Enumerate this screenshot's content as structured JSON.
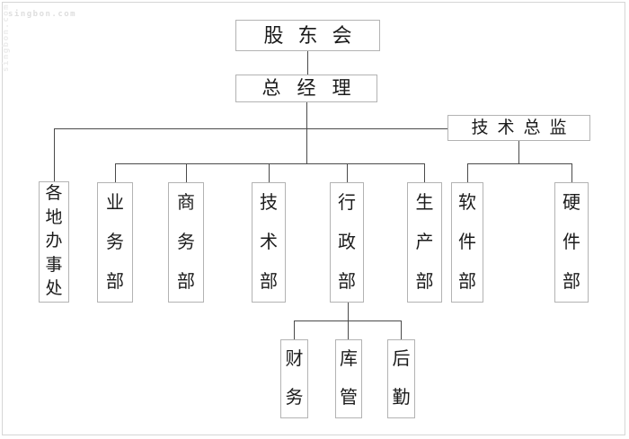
{
  "watermark": {
    "text": "singbon.com"
  },
  "colors": {
    "connector_line": "#4a4a4a",
    "box_border": "#b3b3b3",
    "text": "#1b1b1b",
    "watermark": "#dedede",
    "frame_border": "#d6d6d6"
  },
  "nodes": {
    "shareholders": {
      "label": "股东会"
    },
    "general_manager": {
      "label": "总经理"
    },
    "tech_director": {
      "label": "技术总监"
    },
    "offices": {
      "label": "各地办事处"
    },
    "business_dept": {
      "label": "业务部"
    },
    "commerce_dept": {
      "label": "商务部"
    },
    "technology_dept": {
      "label": "技术部"
    },
    "admin_dept": {
      "label": "行政部"
    },
    "production_dept": {
      "label": "生产部"
    },
    "software_dept": {
      "label": "软件部"
    },
    "hardware_dept": {
      "label": "硬件部"
    },
    "finance": {
      "label": "财务"
    },
    "warehouse": {
      "label": "库管"
    },
    "logistics": {
      "label": "后勤"
    }
  },
  "hierarchy": {
    "root": "股东会",
    "edges": [
      [
        "股东会",
        "总经理"
      ],
      [
        "总经理",
        "各地办事处"
      ],
      [
        "总经理",
        "业务部"
      ],
      [
        "总经理",
        "商务部"
      ],
      [
        "总经理",
        "技术部"
      ],
      [
        "总经理",
        "行政部"
      ],
      [
        "总经理",
        "生产部"
      ],
      [
        "总经理",
        "技术总监"
      ],
      [
        "技术总监",
        "软件部"
      ],
      [
        "技术总监",
        "硬件部"
      ],
      [
        "行政部",
        "财务"
      ],
      [
        "行政部",
        "库管"
      ],
      [
        "行政部",
        "后勤"
      ]
    ]
  }
}
